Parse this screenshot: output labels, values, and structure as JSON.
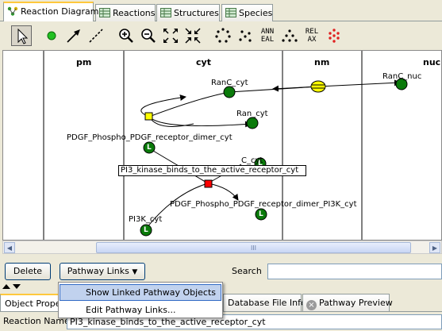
{
  "tabs": [
    {
      "label": "Reaction Diagram",
      "icon": "diagram-icon",
      "active": true
    },
    {
      "label": "Reactions",
      "icon": "table-icon",
      "active": false
    },
    {
      "label": "Structures",
      "icon": "table-icon",
      "active": false
    },
    {
      "label": "Species",
      "icon": "table-icon",
      "active": false
    }
  ],
  "toolbar": {
    "annotate_label": "ANN\nEAL",
    "relax_label": "REL\nAX"
  },
  "compartments": [
    "pm",
    "cyt",
    "nm",
    "nuc"
  ],
  "diagram": {
    "species": {
      "ranc_cyt": "RanC_cyt",
      "ranc_nuc": "RanC_nuc",
      "ran_cyt": "Ran_cyt",
      "pdgf_dimer": "PDGF_Phospho_PDGF_receptor_dimer_cyt",
      "c_cyt": "C_cyt",
      "pdgf_dimer_pi3k": "PDGF_Phospho_PDGF_receptor_dimer_PI3K_cyt",
      "pi3k_cyt": "PI3K_cyt"
    },
    "reaction_label": "PI3_kinase_binds_to_the_active_receptor_cyt",
    "node_badge": "L"
  },
  "scrollbar": {
    "grip": "III"
  },
  "buttons": {
    "delete": "Delete",
    "pathway_links": "Pathway Links"
  },
  "search": {
    "label": "Search",
    "value": ""
  },
  "pathway_menu": [
    {
      "label": "Show Linked Pathway Objects",
      "highlighted": true
    },
    {
      "label": "Edit Pathway Links...",
      "highlighted": false
    }
  ],
  "bottom_tabs": [
    {
      "label": "Object Proper",
      "active": true
    },
    {
      "label": "Database File Info",
      "active": false
    },
    {
      "label": "Pathway Preview",
      "active": false
    }
  ],
  "property": {
    "label": "Reaction Name",
    "value": "PI3_kinase_binds_to_the_active_receptor_cyt"
  },
  "colors": {
    "species_fill": "#0a7a0a",
    "reaction_yellow": "#ffff00",
    "reaction_red": "#ff0000",
    "selection_tab": "#ffc83c"
  }
}
